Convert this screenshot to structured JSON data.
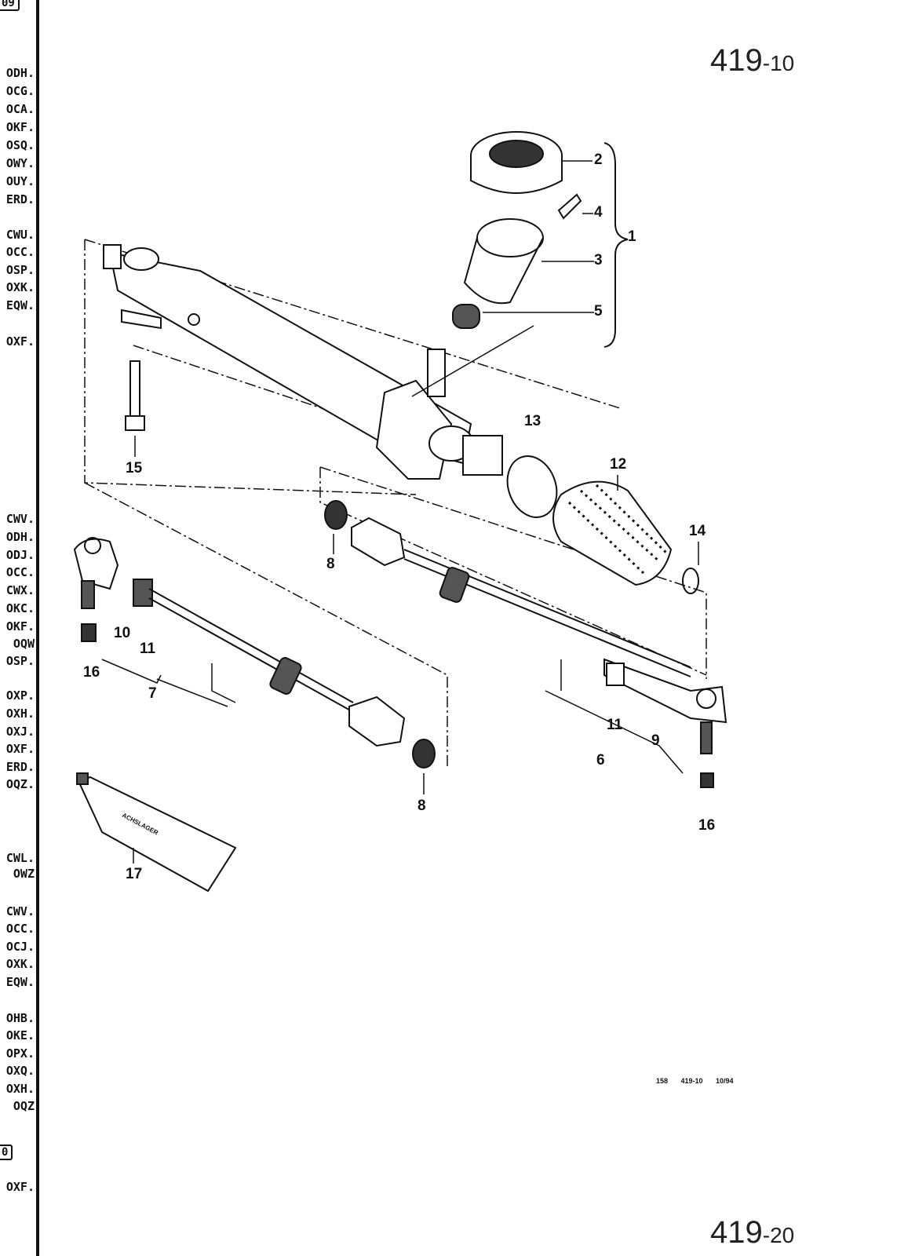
{
  "page_number_top": {
    "main": "419",
    "suffix": "-10"
  },
  "page_number_bottom": {
    "main": "419",
    "suffix": "-20"
  },
  "left_column": {
    "top_box": "09",
    "codes": [
      "ODH.",
      "OCG.",
      "OCA.",
      "OKF.",
      "OSQ.",
      "OWY.",
      "OUY.",
      "ERD.",
      "CWU.",
      "OCC.",
      "OSP.",
      "OXK.",
      "EQW.",
      "OXF.",
      "CWV.",
      "ODH.",
      "ODJ.",
      "OCC.",
      "CWX.",
      "OKC.",
      "OKF.",
      "OQW",
      "OSP.",
      "OXP.",
      "OXH.",
      "OXJ.",
      "OXF.",
      "ERD.",
      "OQZ.",
      "CWL.",
      "OWZ",
      "CWV.",
      "OCC.",
      "OCJ.",
      "OXK.",
      "EQW.",
      "OHB.",
      "OKE.",
      "OPX.",
      "OXQ.",
      "OXH.",
      "OQZ"
    ],
    "bottom_box": "0",
    "last_code": "OXF."
  },
  "callouts": [
    "2",
    "4",
    "3",
    "1",
    "5",
    "13",
    "12",
    "14",
    "15",
    "8",
    "10",
    "11",
    "16",
    "7",
    "11",
    "9",
    "6",
    "8",
    "16",
    "17"
  ],
  "tube_label": "ACHSLAGER",
  "footer": "158 419-10 10/94"
}
